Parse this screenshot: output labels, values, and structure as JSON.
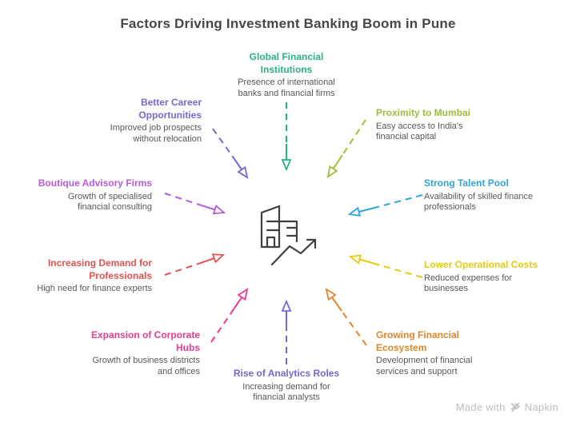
{
  "title": "Factors Driving Investment Banking Boom in Pune",
  "center_icon": "building-with-growth-arrow",
  "factors": [
    {
      "title": "Global Financial Institutions",
      "description": "Presence of international banks and financial firms",
      "color": "#2bb283"
    },
    {
      "title": "Proximity to Mumbai",
      "description": "Easy access to India's financial capital",
      "color": "#9cbf3b"
    },
    {
      "title": "Strong Talent Pool",
      "description": "Availability of skilled finance professionals",
      "color": "#31a3dc"
    },
    {
      "title": "Lower Operational Costs",
      "description": "Reduced expenses for businesses",
      "color": "#e3cc11"
    },
    {
      "title": "Growing Financial Ecosystem",
      "description": "Development of financial services and support",
      "color": "#dd8733"
    },
    {
      "title": "Rise of Analytics Roles",
      "description": "Increasing demand for financial analysts",
      "color": "#7569d6"
    },
    {
      "title": "Expansion of Corporate Hubs",
      "description": "Growth of business districts and offices",
      "color": "#e83e92"
    },
    {
      "title": "Increasing Demand for Professionals",
      "description": "High need for finance experts",
      "color": "#e25452"
    },
    {
      "title": "Boutique Advisory Firms",
      "description": "Growth of specialised financial consulting",
      "color": "#b55cd9"
    },
    {
      "title": "Better Career Opportunities",
      "description": "Improved job prospects without relocation",
      "color": "#7569d6"
    }
  ],
  "footer": {
    "made_with": "Made with",
    "brand": "Napkin"
  },
  "colors": {
    "title_text": "#474747",
    "description_text": "#585858",
    "icon_stroke": "#3f3f3f",
    "footer_text": "#b9bec3",
    "background": "#ffffff"
  }
}
